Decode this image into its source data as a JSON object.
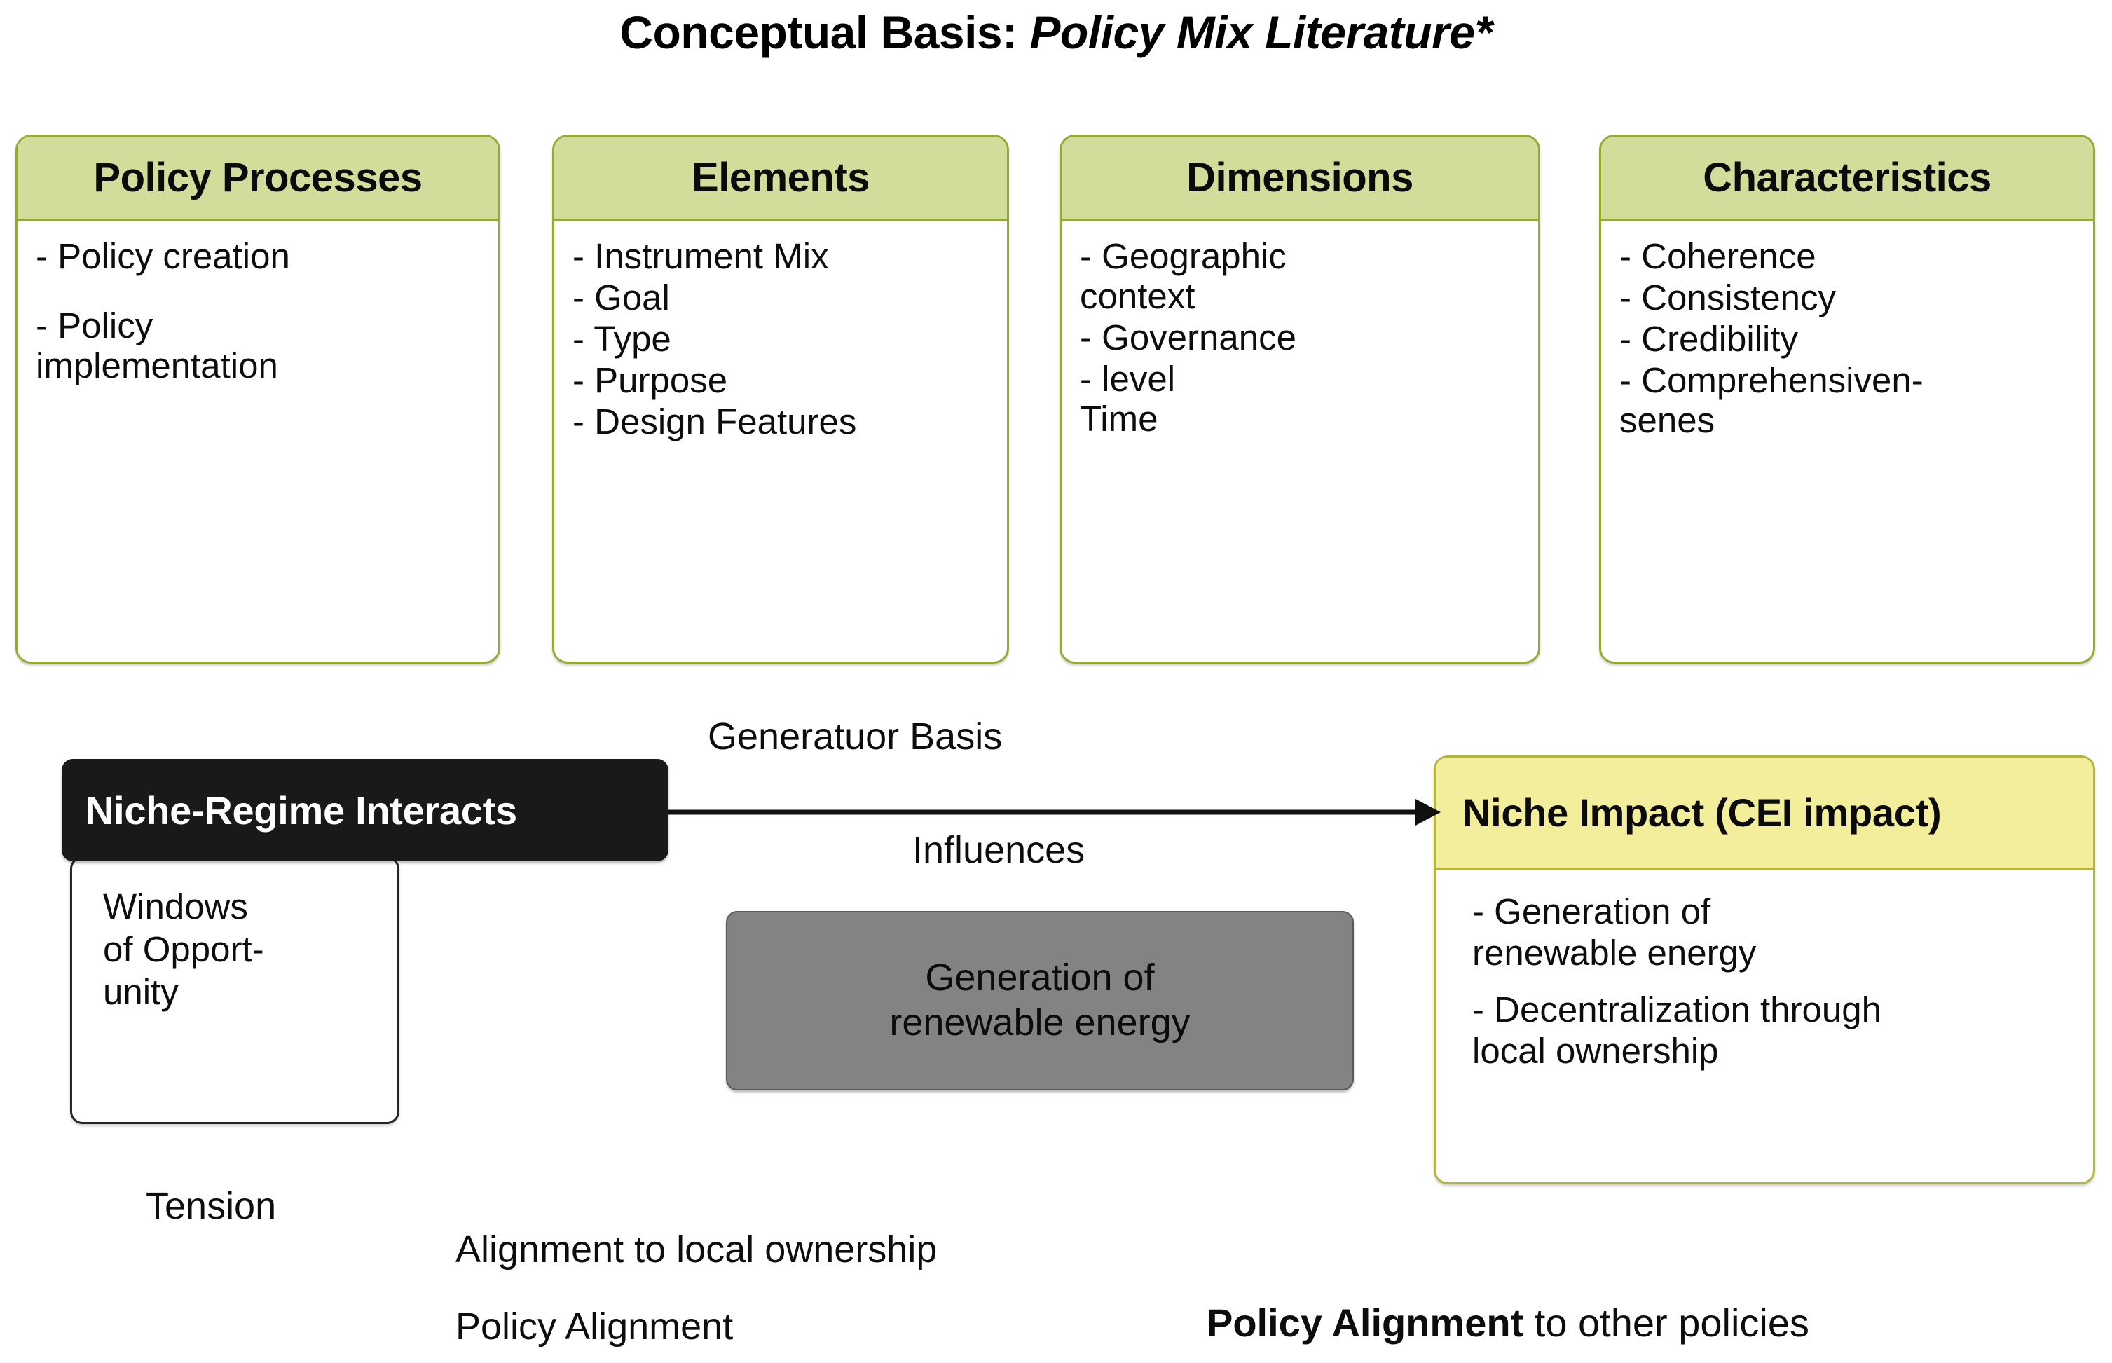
{
  "title": {
    "prefix": "Conceptual Basis: ",
    "emphasis": "Policy Mix Literature*"
  },
  "cards": [
    {
      "header": "Policy Processes",
      "items": [
        "- Policy creation",
        "- Policy\nimplementation"
      ]
    },
    {
      "header": "Elements",
      "items": [
        "- Instrument Mix",
        "- Goal",
        "- Type",
        "- Purpose",
        "- Design Features"
      ]
    },
    {
      "header": "Dimensions",
      "items": [
        "- Geographic\n  context",
        "- Governance",
        "- level\n  Time"
      ]
    },
    {
      "header": "Characteristics",
      "items": [
        "- Coherence",
        "- Consistency",
        "- Credibility",
        "- Comprehensiven-\n  senes"
      ]
    }
  ],
  "flow": {
    "niche_regime_header": "Niche-Regime Interacts",
    "niche_regime_body": "Windows\nof Opport-\nunity",
    "arrow_top_label": "Generatuor Basis",
    "arrow_bottom_label": "Influences",
    "gray_box": "Generation of\nrenewable energy",
    "impact_header": "Niche Impact (CEI impact)",
    "impact_items": [
      "- Generation of\n  renewable energy",
      "- Decentralization through\n  local ownership"
    ]
  },
  "footnotes": {
    "tension": "Tension",
    "alignment_local": "Alignment to local ownership",
    "policy_alignment": "Policy Alignment",
    "policy_alignment_bold": "Policy Alignment",
    "policy_alignment_rest": " to other policies"
  },
  "colors": {
    "card_header_green": "#d2dd9b",
    "card_border_green": "#94ab33",
    "impact_header_yellow": "#f2ee9c",
    "impact_border_yellow": "#b5b53b",
    "niche_header_black": "#191919",
    "gray_box_fill": "#838383"
  }
}
